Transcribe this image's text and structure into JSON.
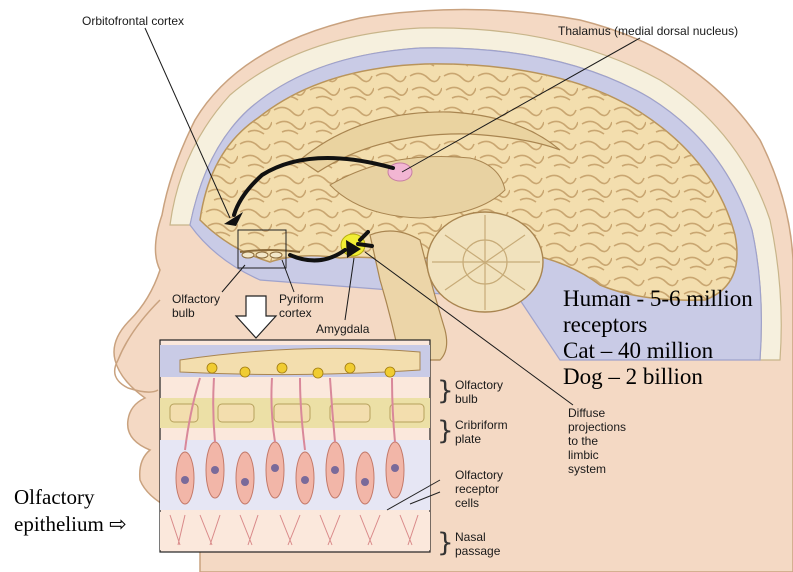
{
  "labels": {
    "orbitofrontal_cortex": "Orbitofrontal cortex",
    "thalamus": "Thalamus (medial dorsal nucleus)",
    "olfactory_bulb_top": [
      "Olfactory",
      "bulb"
    ],
    "pyriform_cortex": [
      "Pyriform",
      "cortex"
    ],
    "amygdala": "Amygdala",
    "diffuse_projections": [
      "Diffuse",
      "projections",
      "to the",
      "limbic",
      "system"
    ],
    "inset": {
      "olfactory_bulb": [
        "Olfactory",
        "bulb"
      ],
      "cribriform_plate": [
        "Cribriform",
        "plate"
      ],
      "receptor_cells": [
        "Olfactory",
        "receptor",
        "cells"
      ],
      "nasal_passage": [
        "Nasal",
        "passage"
      ]
    }
  },
  "receptor_counts": [
    "Human - 5-6 million",
    "receptors",
    "Cat – 40 million",
    "Dog – 2 billion"
  ],
  "epithelium": {
    "line1": "Olfactory",
    "line2": "epithelium",
    "arrow": "⇨"
  },
  "colors": {
    "brain": "#f3deae",
    "brain_outline": "#b9945a",
    "csf": "#c9cbe6",
    "skin": "#f4d9c4",
    "thalamus": "#f2b6d3",
    "amygdala": "#f1ee34"
  }
}
